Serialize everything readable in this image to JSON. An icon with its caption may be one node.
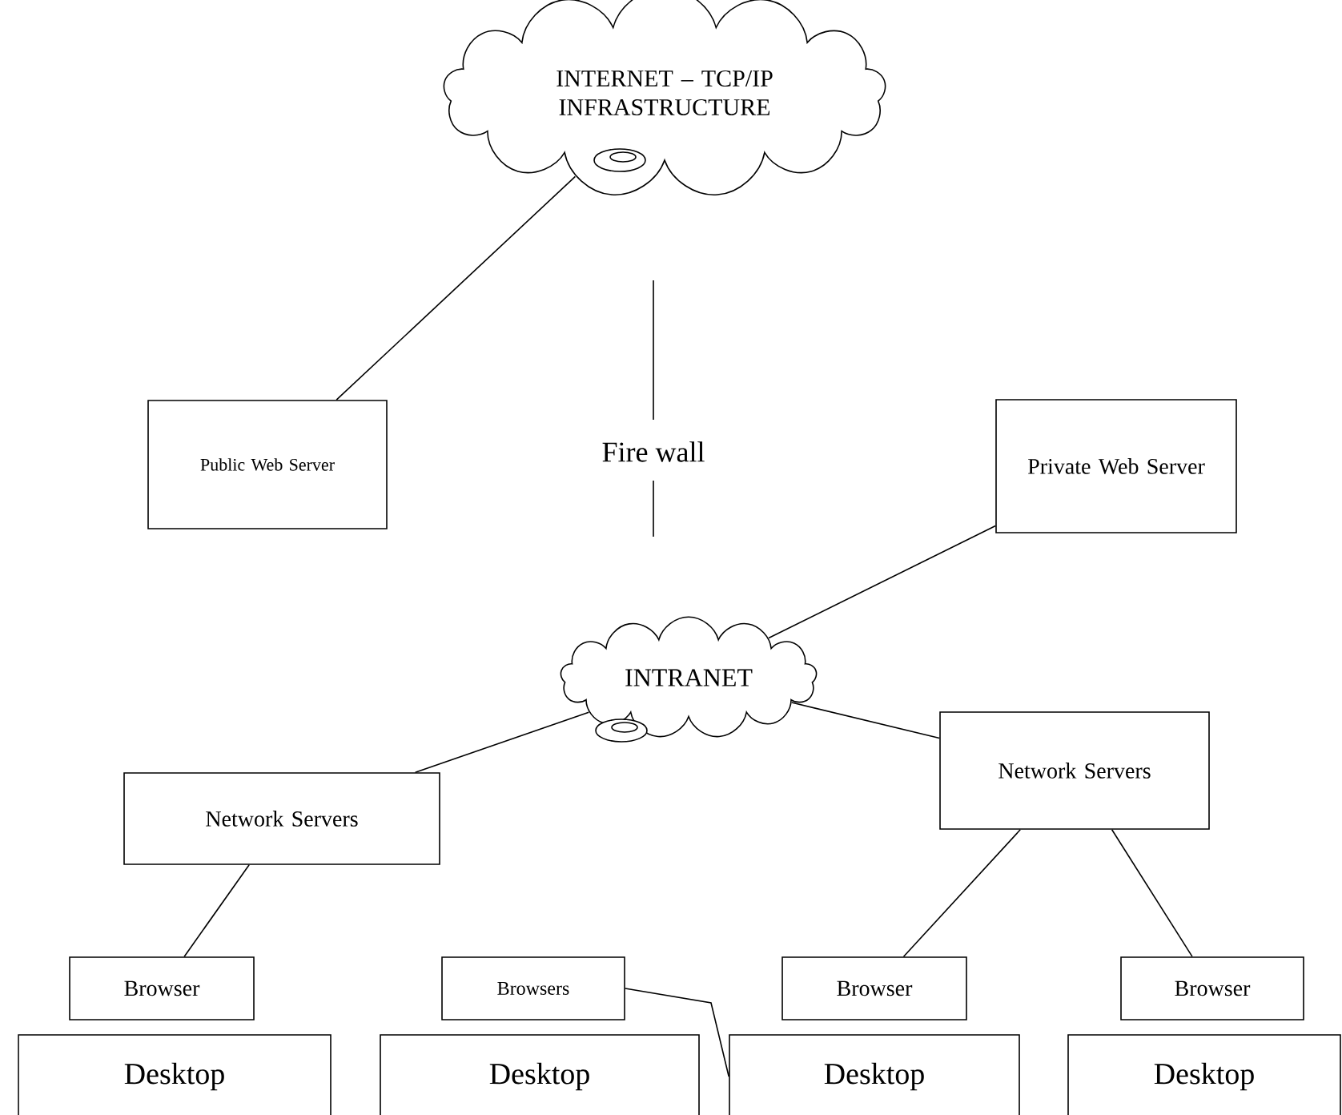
{
  "diagram": {
    "nodes": [
      {
        "text": [
          "INTERNET – TCP/IP INFRASTRUCTURE"
        ]
      },
      {
        "text": [
          "Public Web Server"
        ]
      },
      {
        "text": [
          "Private Web Server"
        ]
      },
      {
        "text": [
          "INTRANET"
        ]
      },
      {
        "text": [
          "Network Servers"
        ]
      },
      {
        "text": [
          "Network Servers"
        ]
      },
      {
        "text": [
          "Browser"
        ]
      },
      {
        "text": [
          "Browsers"
        ]
      },
      {
        "text": [
          "Browser"
        ]
      },
      {
        "text": [
          "Browser"
        ]
      },
      {
        "text": [
          "Desktop"
        ]
      },
      {
        "text": [
          "Desktop"
        ]
      },
      {
        "text": [
          "Desktop"
        ]
      },
      {
        "text": [
          "Desktop"
        ]
      }
    ],
    "edges": [
      {
        "from": 0,
        "to": 1,
        "arrow": "none"
      },
      {
        "from": 2,
        "to": 3,
        "arrow": "none"
      },
      {
        "from": 3,
        "to": 4,
        "arrow": "none"
      },
      {
        "from": 3,
        "to": 5,
        "arrow": "none"
      },
      {
        "from": 4,
        "to": 6,
        "arrow": "none"
      },
      {
        "from": 5,
        "to": 8,
        "arrow": "none"
      },
      {
        "from": 5,
        "to": 9,
        "arrow": "none"
      },
      {
        "from": 7,
        "to": 12,
        "arrow": "none"
      }
    ],
    "labels": [
      "Fire wall"
    ]
  }
}
